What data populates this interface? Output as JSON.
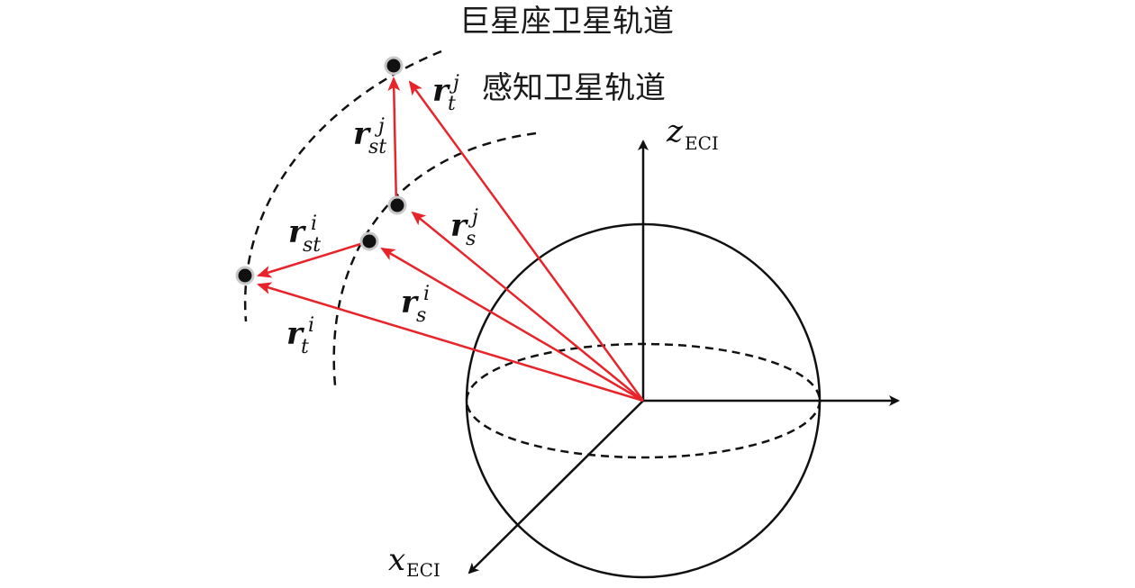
{
  "labels": {
    "mega_orbit": "巨星座卫星轨道",
    "sensing_orbit": "感知卫星轨道"
  },
  "axes": {
    "z_main": "z",
    "z_sub": "ECI",
    "x_main": "x",
    "x_sub": "ECI"
  },
  "vectors": {
    "r_t_j": {
      "base": "r",
      "sub": "t",
      "sup": "j"
    },
    "r_st_j": {
      "base": "r",
      "sub": "st",
      "sup": "j"
    },
    "r_s_j": {
      "base": "r",
      "sub": "s",
      "sup": "j"
    },
    "r_st_i": {
      "base": "r",
      "sub": "st",
      "sup": "i"
    },
    "r_s_i": {
      "base": "r",
      "sub": "s",
      "sup": "i"
    },
    "r_t_i": {
      "base": "r",
      "sub": "t",
      "sup": "i"
    }
  },
  "colors": {
    "vector": "#e8242b",
    "line": "#111111",
    "node_fill": "#111111",
    "node_ring": "#c8c8c8"
  }
}
